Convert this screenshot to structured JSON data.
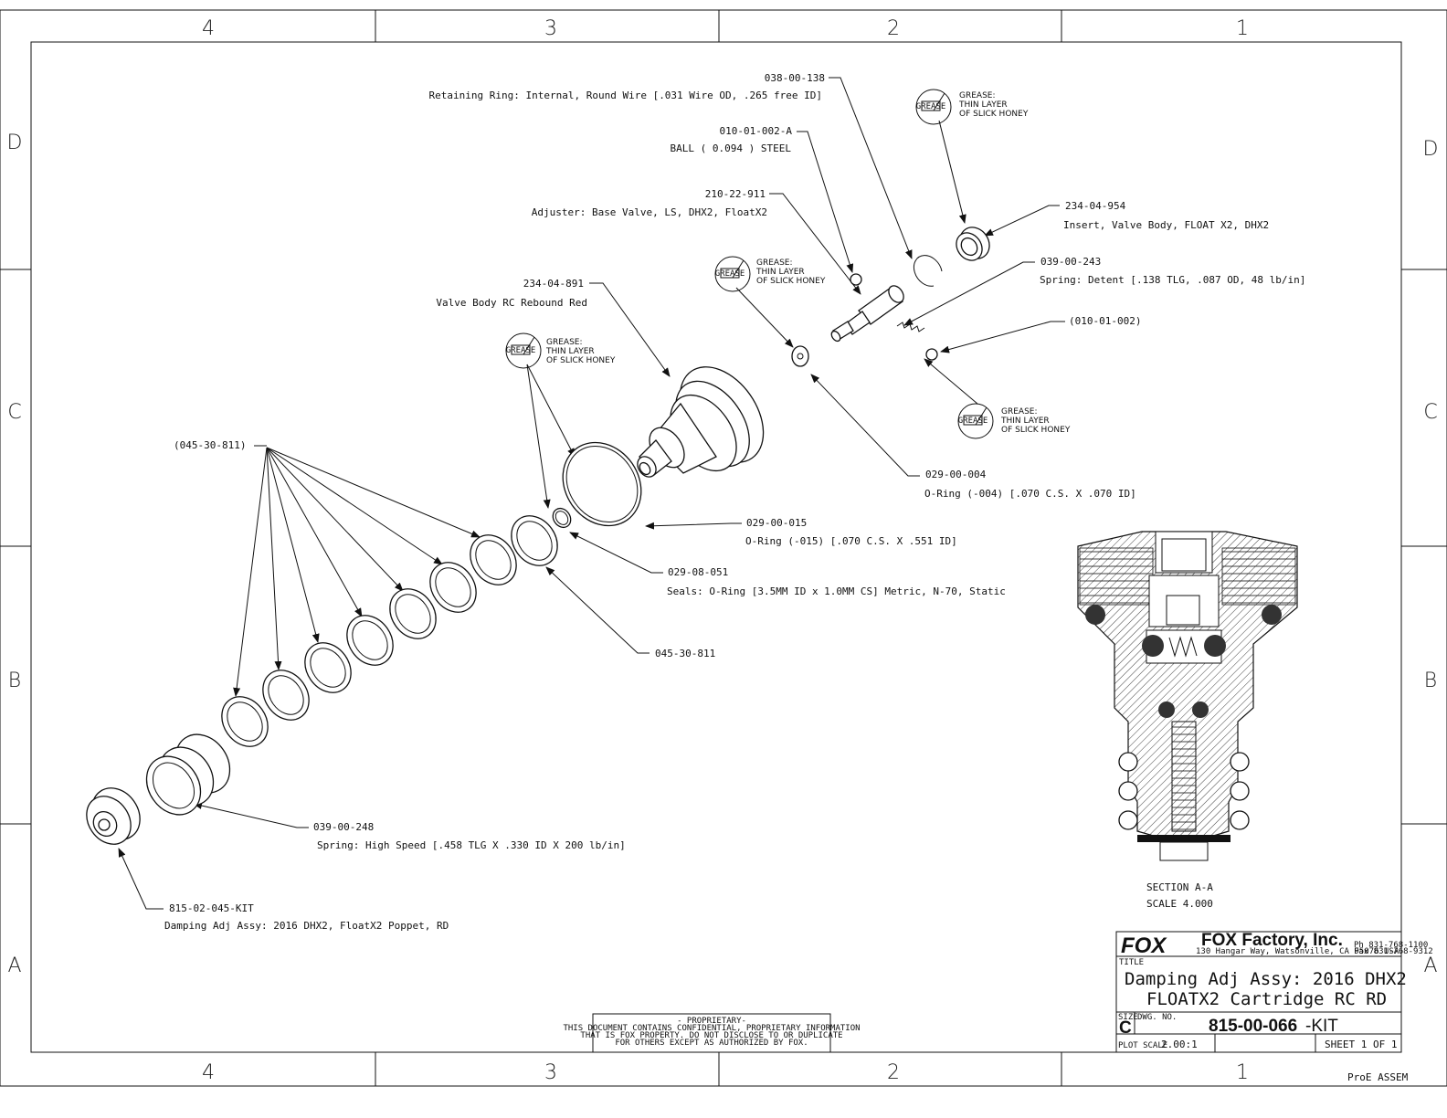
{
  "zones": {
    "columns": [
      "4",
      "3",
      "2",
      "1"
    ],
    "rows": [
      "D",
      "C",
      "B",
      "A"
    ]
  },
  "callouts": [
    {
      "num": "038-00-138",
      "desc": "Retaining Ring: Internal, Round Wire [.031 Wire OD, .265 free ID]"
    },
    {
      "num": "010-01-002-A",
      "desc": "BALL ( 0.094 ) STEEL"
    },
    {
      "num": "210-22-911",
      "desc": "Adjuster: Base Valve, LS, DHX2, FloatX2"
    },
    {
      "num": "234-04-954",
      "desc": "Insert, Valve Body, FLOAT X2, DHX2"
    },
    {
      "num": "039-00-243",
      "desc": "Spring: Detent [.138 TLG, .087 OD, 48 lb/in]"
    },
    {
      "num": "(010-01-002)",
      "desc": ""
    },
    {
      "num": "234-04-891",
      "desc": "Valve Body RC Rebound Red"
    },
    {
      "num": "(045-30-811)",
      "desc": ""
    },
    {
      "num": "029-00-004",
      "desc": "O-Ring (-004) [.070 C.S. X .070 ID]"
    },
    {
      "num": "029-00-015",
      "desc": "O-Ring (-015) [.070 C.S. X .551 ID]"
    },
    {
      "num": "029-08-051",
      "desc": "Seals: O-Ring [3.5MM ID x 1.0MM CS] Metric, N-70, Static"
    },
    {
      "num": "045-30-811",
      "desc": ""
    },
    {
      "num": "039-00-248",
      "desc": "Spring: High Speed [.458 TLG X .330 ID X 200 lb/in]"
    },
    {
      "num": "815-02-045-KIT",
      "desc": "Damping Adj Assy: 2016 DHX2, FloatX2 Poppet, RD"
    }
  ],
  "grease_note": {
    "icon_label": "GREASE",
    "lines": [
      "GREASE:",
      "THIN LAYER",
      "OF SLICK HONEY"
    ]
  },
  "section": {
    "title": "SECTION  A-A",
    "scale": "SCALE  4.000"
  },
  "proprietary": {
    "lines": [
      "- PROPRIETARY-",
      "THIS DOCUMENT CONTAINS CONFIDENTIAL, PROPRIETARY INFORMATION",
      "THAT IS FOX PROPERTY.  DO NOT DISCLOSE TO OR DUPLICATE",
      "FOR OTHERS EXCEPT AS AUTHORIZED BY FOX."
    ]
  },
  "title_block": {
    "logo": "FOX",
    "company": "FOX Factory, Inc.",
    "address": "130 Hangar Way, Watsonville, CA 95076 USA",
    "phone": "Ph 831-768-1100",
    "fax": "Fax 831-768-9312",
    "title_label": "TITLE",
    "title_line1": "Damping Adj Assy: 2016 DHX2",
    "title_line2": "FLOATX2 Cartridge RC RD",
    "size_label": "SIZE",
    "size": "C",
    "dwg_no_label": "DWG. NO.",
    "dwg_no": "815-00-066",
    "dwg_suffix": "-KIT",
    "plot_scale_label": "PLOT SCALE",
    "plot_scale": "2.00:1",
    "sheet": "SHEET 1 OF 1",
    "footer": "ProE ASSEM"
  }
}
